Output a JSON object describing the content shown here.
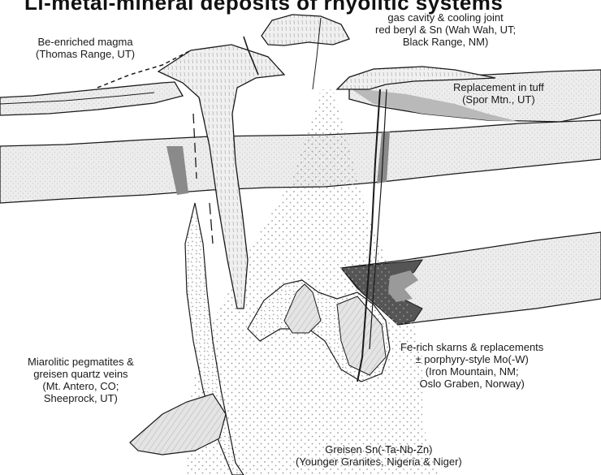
{
  "title": "Li-metal-mineral deposits of rhyolitic systems",
  "labels": {
    "be_magma": [
      "Be-enriched magma",
      "(Thomas Range, UT)"
    ],
    "gas_cavity": [
      "gas cavity & cooling joint",
      "red beryl & Sn (Wah Wah, UT;",
      "Black Range, NM)"
    ],
    "replacement_tuff": [
      "Replacement in tuff",
      "(Spor Mtn., UT)"
    ],
    "fe_skarns": [
      "Fe-rich skarns & replacements",
      "± porphyry-style Mo(-W)",
      "(Iron Mountain, NM;",
      "Oslo Graben, Norway)"
    ],
    "miarolitic": [
      "Miarolitic pegmatites &",
      "greisen quartz veins",
      "(Mt. Antero, CO;",
      "Sheeprock, UT)"
    ],
    "greisen": [
      "Greisen Sn(-Ta-Nb-Zn)",
      "(Younger Granites, Nigeria & Niger)"
    ]
  },
  "colors": {
    "line": "#1a1a1a",
    "bed_fill": "#e9e9e9",
    "bed_dark": "#8a8a8a",
    "skarn_dark": "#555555",
    "magma_fill": "#dcdcdc",
    "dot": "#9a9a9a"
  }
}
